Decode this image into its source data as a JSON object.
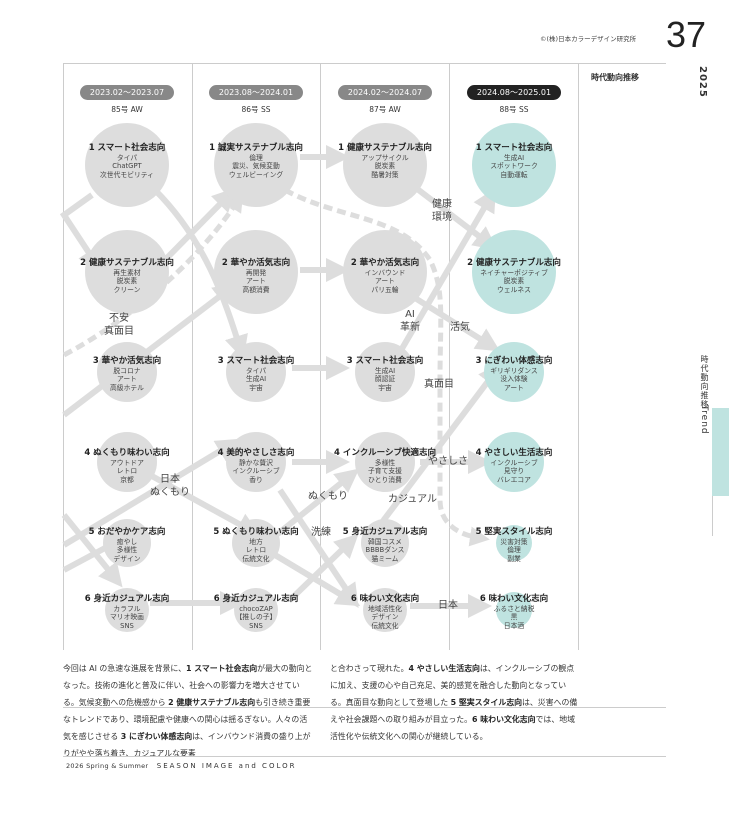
{
  "header": {
    "copyright": "©(株)日本カラーデザイン研究所",
    "page_number": "37",
    "year": "2025",
    "section_title": "時代動向推移"
  },
  "side": {
    "label_jp": "時代動向推移",
    "label_en": "Trend"
  },
  "colors": {
    "past_circle": "#dddddd",
    "current_circle": "#bfe3e0",
    "current_pill": "#222222",
    "past_pill": "#888888"
  },
  "columns": [
    {
      "period": "2023.02〜2023.07",
      "issue": "85号 AW",
      "current": false,
      "trends": [
        {
          "title": "1 スマート社会志向",
          "items": [
            "タイパ",
            "ChatGPT",
            "次世代モビリティ"
          ]
        },
        {
          "title": "2 健康サステナブル志向",
          "items": [
            "再生素材",
            "脱炭素",
            "クリーン"
          ]
        },
        {
          "title": "3 華やか活気志向",
          "items": [
            "脱コロナ",
            "アート",
            "高級ホテル"
          ]
        },
        {
          "title": "4 ぬくもり味わい志向",
          "items": [
            "アウトドア",
            "レトロ",
            "京都"
          ]
        },
        {
          "title": "5 おだやかケア志向",
          "items": [
            "癒やし",
            "多様性",
            "デザイン"
          ]
        },
        {
          "title": "6 身近カジュアル志向",
          "items": [
            "カラフル",
            "マリオ映画",
            "SNS"
          ]
        }
      ]
    },
    {
      "period": "2023.08〜2024.01",
      "issue": "86号 SS",
      "current": false,
      "trends": [
        {
          "title": "1 誠実サステナブル志向",
          "items": [
            "倫理",
            "震災、気候変動",
            "ウェルビーイング"
          ]
        },
        {
          "title": "2 華やか活気志向",
          "items": [
            "再開発",
            "アート",
            "高額消費"
          ]
        },
        {
          "title": "3 スマート社会志向",
          "items": [
            "タイパ",
            "生成AI",
            "宇宙"
          ]
        },
        {
          "title": "4 美的やさしさ志向",
          "items": [
            "静かな贅沢",
            "インクルーシブ",
            "香り"
          ]
        },
        {
          "title": "5 ぬくもり味わい志向",
          "items": [
            "地方",
            "レトロ",
            "伝統文化"
          ]
        },
        {
          "title": "6 身近カジュアル志向",
          "items": [
            "chocoZAP",
            "【推しの子】",
            "SNS"
          ]
        }
      ]
    },
    {
      "period": "2024.02〜2024.07",
      "issue": "87号 AW",
      "current": false,
      "trends": [
        {
          "title": "1 健康サステナブル志向",
          "items": [
            "アップサイクル",
            "脱炭素",
            "酷暑対策"
          ]
        },
        {
          "title": "2 華やか活気志向",
          "items": [
            "インバウンド",
            "アート",
            "パリ五輪"
          ]
        },
        {
          "title": "3 スマート社会志向",
          "items": [
            "生成AI",
            "顔認証",
            "宇宙"
          ]
        },
        {
          "title": "4 インクルーシブ快適志向",
          "items": [
            "多様性",
            "子育て支援",
            "ひとり消費"
          ]
        },
        {
          "title": "5 身近カジュアル志向",
          "items": [
            "韓国コスメ",
            "BBBBダンス",
            "猫ミーム"
          ]
        },
        {
          "title": "6 味わい文化志向",
          "items": [
            "地域活性化",
            "デザイン",
            "伝統文化"
          ]
        }
      ]
    },
    {
      "period": "2024.08〜2025.01",
      "issue": "88号 SS",
      "current": true,
      "trends": [
        {
          "title": "1 スマート社会志向",
          "items": [
            "生成AI",
            "スポットワーク",
            "自動運転"
          ]
        },
        {
          "title": "2 健康サステナブル志向",
          "items": [
            "ネイチャーポジティブ",
            "脱炭素",
            "ウェルネス"
          ]
        },
        {
          "title": "3 にぎわい体感志向",
          "items": [
            "ギリギリダンス",
            "没入体験",
            "アート"
          ]
        },
        {
          "title": "4 やさしい生活志向",
          "items": [
            "インクルーシブ",
            "見守り",
            "バレエコア"
          ]
        },
        {
          "title": "5 堅実スタイル志向",
          "items": [
            "災害対策",
            "倫理",
            "副業"
          ]
        },
        {
          "title": "6 味わい文化志向",
          "items": [
            "ふるさと納税",
            "黒",
            "日本酒"
          ]
        }
      ]
    }
  ],
  "flow_labels": [
    {
      "id": "anxiety",
      "lines": [
        "不安",
        "真面目"
      ]
    },
    {
      "id": "japan-warmth",
      "lines": [
        "日本",
        "ぬくもり"
      ]
    },
    {
      "id": "warmth",
      "lines": [
        "ぬくもり"
      ]
    },
    {
      "id": "refined",
      "lines": [
        "洗練"
      ]
    },
    {
      "id": "health-env",
      "lines": [
        "健康",
        "環境"
      ]
    },
    {
      "id": "ai-innovation",
      "lines": [
        "AI",
        "革新"
      ]
    },
    {
      "id": "vitality",
      "lines": [
        "活気"
      ]
    },
    {
      "id": "serious",
      "lines": [
        "真面目"
      ]
    },
    {
      "id": "kindness",
      "lines": [
        "やさしさ"
      ]
    },
    {
      "id": "casual",
      "lines": [
        "カジュアル"
      ]
    },
    {
      "id": "japan",
      "lines": [
        "日本"
      ]
    }
  ],
  "body_text": {
    "left": [
      {
        "t": "今回は AI の急速な進展を背景に、"
      },
      {
        "b": "1 スマート社会志向"
      },
      {
        "t": "が最大の動向となった。技術の進化と普及に伴い、社会への影響力を増大させている。気候変動への危機感から "
      },
      {
        "b": "2 健康サステナブル志向"
      },
      {
        "t": "も引き続き重要なトレンドであり、環境配慮や健康への関心は揺るぎない。人々の活気を感じさせる "
      },
      {
        "b": "3 にぎわい体感志向"
      },
      {
        "t": "は、インバウンド消費の盛り上がりがやや落ち着き、カジュアルな要素"
      }
    ],
    "right": [
      {
        "t": "と合わさって現れた。"
      },
      {
        "b": "4 やさしい生活志向"
      },
      {
        "t": "は、インクルーシブの観点に加え、支援の心や自己充足、美的感覚を融合した動向となっている。真面目な動向として登場した "
      },
      {
        "b": "5 堅実スタイル志向"
      },
      {
        "t": "は、災害への備えや社会課題への取り組みが目立った。"
      },
      {
        "b": "6 味わい文化志向"
      },
      {
        "t": "では、地域活性化や伝統文化への関心が継続している。"
      }
    ]
  },
  "footer": {
    "edition": "2026 Spring & Summer",
    "brand": "SEASON IMAGE and COLOR"
  }
}
